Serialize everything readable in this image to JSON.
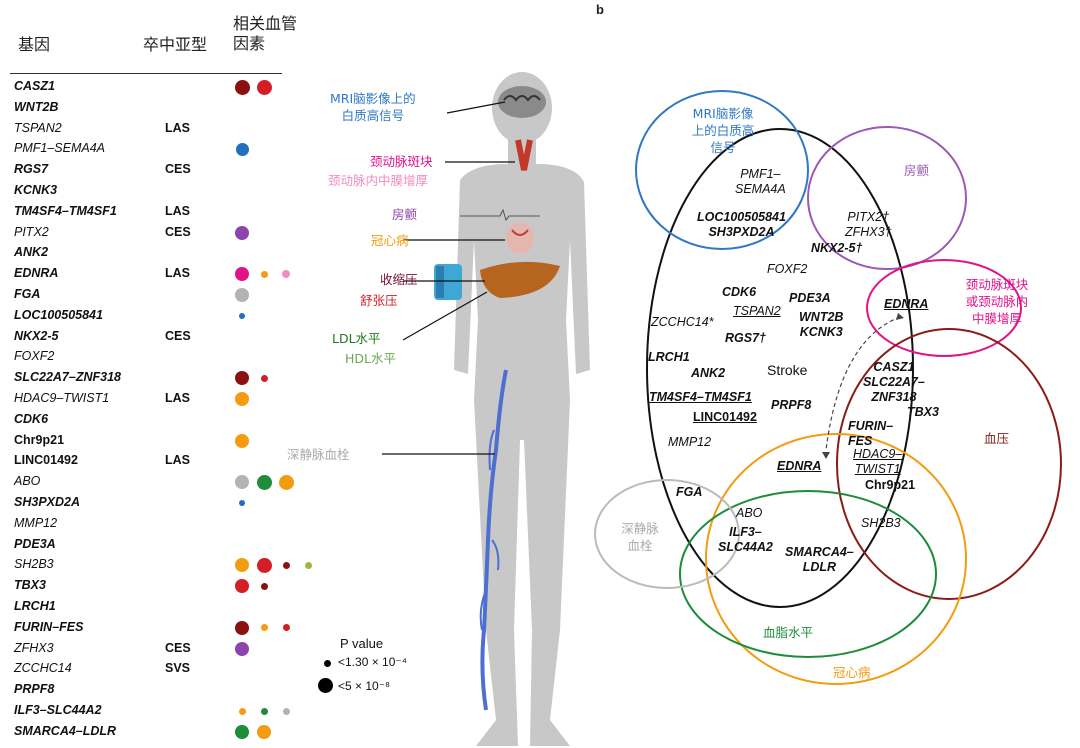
{
  "headers": {
    "gene": "基因",
    "subtype": "卒中亚型",
    "vascular": "相关血管\n因素"
  },
  "section_b": "b",
  "genes": [
    {
      "name": "CASZ1",
      "style": "bold",
      "subtype": "",
      "dots": [
        {
          "c": "#8b1010",
          "s": 15
        },
        {
          "c": "#d41e26",
          "s": 15
        }
      ]
    },
    {
      "name": "WNT2B",
      "style": "bold",
      "subtype": "",
      "dots": []
    },
    {
      "name": "TSPAN2",
      "style": "ital",
      "subtype": "LAS",
      "dots": []
    },
    {
      "name": "PMF1–SEMA4A",
      "style": "ital",
      "subtype": "",
      "dots": [
        {
          "c": "#1f6fbd",
          "s": 13
        }
      ]
    },
    {
      "name": "RGS7",
      "style": "bold",
      "subtype": "CES",
      "dots": []
    },
    {
      "name": "KCNK3",
      "style": "bold",
      "subtype": "",
      "dots": []
    },
    {
      "name": "TM4SF4–TM4SF1",
      "style": "bold",
      "subtype": "LAS",
      "dots": []
    },
    {
      "name": "PITX2",
      "style": "ital",
      "subtype": "CES",
      "dots": [
        {
          "c": "#8e44ad",
          "s": 14
        }
      ]
    },
    {
      "name": "ANK2",
      "style": "bold",
      "subtype": "",
      "dots": []
    },
    {
      "name": "EDNRA",
      "style": "bold",
      "subtype": "LAS",
      "dots": [
        {
          "c": "#e0148a",
          "s": 14
        },
        {
          "c": "#f39c12",
          "s": 7
        },
        {
          "c": "#f28bbf",
          "s": 8
        }
      ]
    },
    {
      "name": "FGA",
      "style": "bold",
      "subtype": "",
      "dots": [
        {
          "c": "#b3b3b3",
          "s": 14
        }
      ]
    },
    {
      "name": "LOC100505841",
      "style": "bold",
      "subtype": "",
      "dots": [
        {
          "c": "#1f6fbd",
          "s": 6
        }
      ]
    },
    {
      "name": "NKX2-5",
      "style": "bold",
      "subtype": "CES",
      "dots": []
    },
    {
      "name": "FOXF2",
      "style": "ital",
      "subtype": "",
      "dots": []
    },
    {
      "name": "SLC22A7–ZNF318",
      "style": "bold",
      "subtype": "",
      "dots": [
        {
          "c": "#8b1010",
          "s": 14
        },
        {
          "c": "#d41e26",
          "s": 7
        }
      ]
    },
    {
      "name": "HDAC9–TWIST1",
      "style": "ital",
      "subtype": "LAS",
      "dots": [
        {
          "c": "#f39c12",
          "s": 14
        }
      ]
    },
    {
      "name": "CDK6",
      "style": "bold",
      "subtype": "",
      "dots": []
    },
    {
      "name": "Chr9p21",
      "style": "boldplain",
      "subtype": "",
      "dots": [
        {
          "c": "#f39c12",
          "s": 14
        }
      ]
    },
    {
      "name": "LINC01492",
      "style": "boldplain",
      "subtype": "LAS",
      "dots": []
    },
    {
      "name": "ABO",
      "style": "ital",
      "subtype": "",
      "dots": [
        {
          "c": "#b3b3b3",
          "s": 14
        },
        {
          "c": "#1e8c3a",
          "s": 15
        },
        {
          "c": "#f39c12",
          "s": 15
        }
      ]
    },
    {
      "name": "SH3PXD2A",
      "style": "bold",
      "subtype": "",
      "dots": [
        {
          "c": "#1f6fbd",
          "s": 6
        }
      ]
    },
    {
      "name": "MMP12",
      "style": "ital",
      "subtype": "",
      "dots": []
    },
    {
      "name": "PDE3A",
      "style": "bold",
      "subtype": "",
      "dots": []
    },
    {
      "name": "SH2B3",
      "style": "ital",
      "subtype": "",
      "dots": [
        {
          "c": "#f39c12",
          "s": 14
        },
        {
          "c": "#d41e26",
          "s": 15
        },
        {
          "c": "#8b1010",
          "s": 7
        },
        {
          "c": "#9ab83a",
          "s": 7
        }
      ]
    },
    {
      "name": "TBX3",
      "style": "bold",
      "subtype": "",
      "dots": [
        {
          "c": "#d41e26",
          "s": 14
        },
        {
          "c": "#8b1010",
          "s": 7
        }
      ]
    },
    {
      "name": "LRCH1",
      "style": "bold",
      "subtype": "",
      "dots": []
    },
    {
      "name": "FURIN–FES",
      "style": "bold",
      "subtype": "",
      "dots": [
        {
          "c": "#8b1010",
          "s": 14
        },
        {
          "c": "#f39c12",
          "s": 7
        },
        {
          "c": "#d41e26",
          "s": 7
        }
      ]
    },
    {
      "name": "ZFHX3",
      "style": "ital",
      "subtype": "CES",
      "dots": [
        {
          "c": "#8e44ad",
          "s": 14
        }
      ]
    },
    {
      "name": "ZCCHC14",
      "style": "ital",
      "subtype": "SVS",
      "dots": []
    },
    {
      "name": "PRPF8",
      "style": "bold",
      "subtype": "",
      "dots": []
    },
    {
      "name": "ILF3–SLC44A2",
      "style": "bold",
      "subtype": "",
      "dots": [
        {
          "c": "#f39c12",
          "s": 7
        },
        {
          "c": "#1e8c3a",
          "s": 7
        },
        {
          "c": "#b3b3b3",
          "s": 7
        }
      ]
    },
    {
      "name": "SMARCA4–LDLR",
      "style": "bold",
      "subtype": "",
      "dots": [
        {
          "c": "#1e8c3a",
          "s": 14
        },
        {
          "c": "#f39c12",
          "s": 14
        }
      ]
    }
  ],
  "pvalue": {
    "title": "P value",
    "small": "<1.30 × 10⁻⁴",
    "large": "<5 × 10⁻⁸"
  },
  "body_labels": {
    "mri": "MRI脑影像上的\n白质高信号",
    "plaque": "颈动脉斑块",
    "imt": "颈动脉内中膜增厚",
    "af": "房颤",
    "chd": "冠心病",
    "sbp": "收缩压",
    "dbp": "舒张压",
    "ldl": "LDL水平",
    "hdl": "HDL水平",
    "vte": "深静脉血栓"
  },
  "venn": {
    "mri": "MRI脑影像\n上的白质高\n信号",
    "af": "房颤",
    "plaque": "颈动脉斑块\n或颈动脉内\n中膜增厚",
    "bp": "血压",
    "vte": "深静脉\n血栓",
    "lipid": "血脂水平",
    "chd": "冠心病",
    "center": "Stroke",
    "genes": {
      "pmf1": "PMF1–\nSEMA4A",
      "loc": "LOC100505841\nSH3PXD2A",
      "pitx2": "PITX2†\nZFHX3†",
      "nkx": "NKX2-5†",
      "foxf2": "FOXF2",
      "cdk6": "CDK6",
      "tspan2": "TSPAN2",
      "pde3a": "PDE3A",
      "zcchc": "ZCCHC14*",
      "rgs7": "RGS7†",
      "wnt2b": "WNT2B\nKCNK3",
      "lrch1": "LRCH1",
      "ank2": "ANK2",
      "tm4": "TM4SF4–TM4SF1",
      "linc": "LINC01492",
      "prpf8": "PRPF8",
      "mmp12": "MMP12",
      "ednra_top": "EDNRA",
      "casz1": "CASZ1\nSLC22A7–\nZNF318",
      "tbx3": "TBX3",
      "furin": "FURIN–\nFES",
      "hdac9": "HDAC9–\nTWIST1",
      "chr9": "Chr9p21",
      "ednra_mid": "EDNRA",
      "fga": "FGA",
      "abo": "ABO",
      "ilf3": "ILF3–\nSLC44A2",
      "sh2b3": "SH2B3",
      "smarca4": "SMARCA4–\nLDLR"
    }
  },
  "colors": {
    "mri": "#2f78c4",
    "af": "#9b59b6",
    "plaque": "#e0148a",
    "imt": "#f28bbf",
    "chd": "#f39c12",
    "bp": "#8b1a1a",
    "sbp": "#7a1030",
    "lipid": "#1e8c3a",
    "ldl": "#1e7a1e",
    "hdl": "#6aa84f",
    "vte": "#aaaaaa"
  }
}
